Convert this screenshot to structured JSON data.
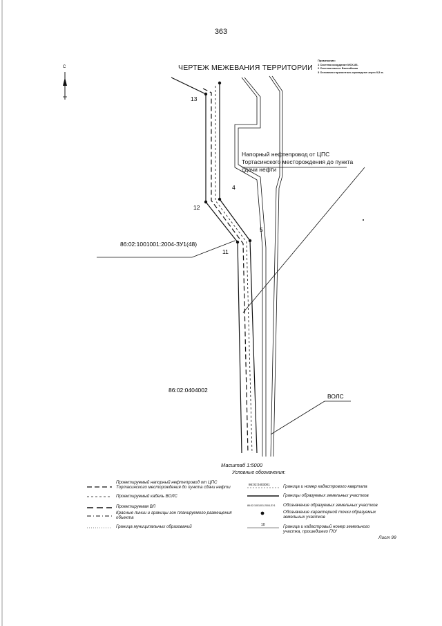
{
  "page_number": "363",
  "title": "ЧЕРТЕЖ МЕЖЕВАНИЯ ТЕРРИТОРИИ",
  "north_letter": "С",
  "notes": [
    "Примечания:",
    "1 Система координат МСК-86.",
    "2 Система высот Балтийская",
    "3 Основная горизонталь проведена через 0,5 м."
  ],
  "labels": {
    "pipeline_callout": "Напорный нефтепровод от ЦПС Тортасинского месторождения до пункта сдачи нефти",
    "vols": "ВОЛС",
    "parcel_1": "86:02:1001001:2004-ЗУ1(48)",
    "quarter_1": "86:02:0404002",
    "point_13": "13",
    "point_12": "12",
    "point_11": "11",
    "point_4": "4",
    "point_5": "5"
  },
  "scale": "Масштаб 1:5000",
  "legend": {
    "title": "Условные обозначения:",
    "left": [
      "Проектируемый напорный нефтепровод от ЦПС Тортасинского месторождения до пункта сдачи нефти",
      "Проектируемый кабель ВОЛС",
      "Проектируемая ВЛ",
      "Красные линии и границы зон планируемого размещения объекта",
      "Граница муниципальных образований"
    ],
    "right": [
      "Граница и номер кадастрового квартала",
      "Границы образуемых земельных участков",
      "Обозначение образуемых земельных участков",
      "Обозначение характерной точки образуемых земельных участков",
      "Граница и кадастровый номер земельного участка, прошедшего ГКУ"
    ],
    "right_samples": {
      "quarter": "86:02:0403001",
      "parcel": "86:02:1001001:2004-ЗУ1",
      "gku": "10"
    }
  },
  "sheet": "Лист 99"
}
